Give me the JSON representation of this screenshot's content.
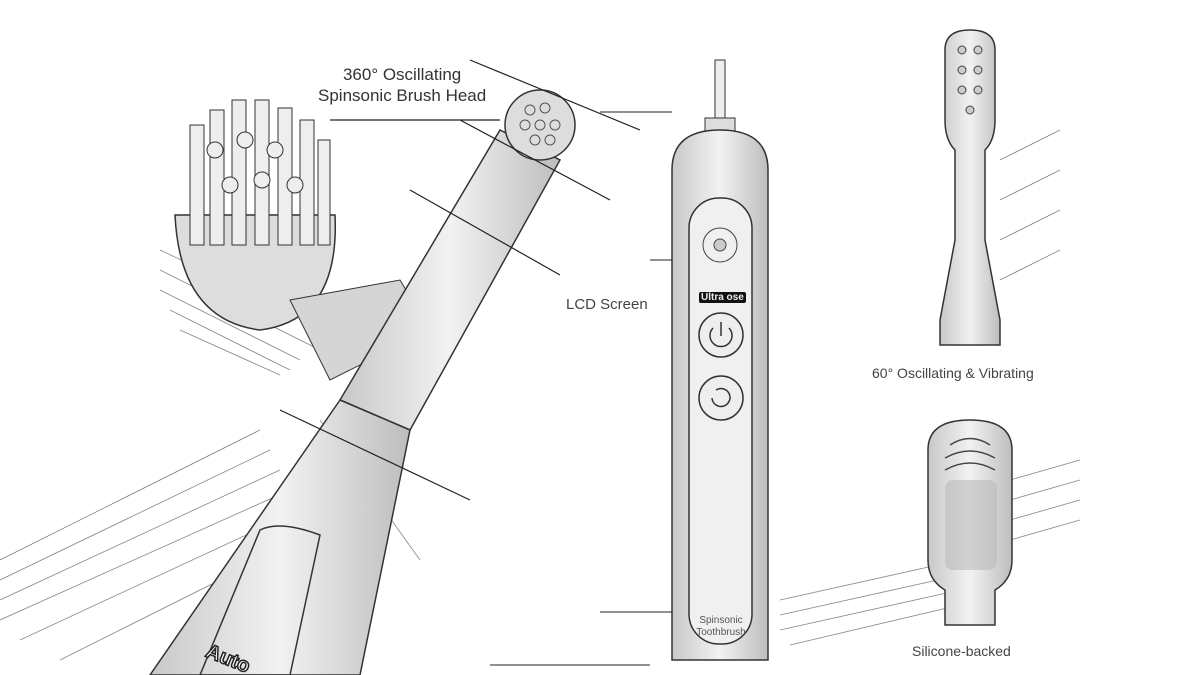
{
  "labels": {
    "brush_head_line1": "360° Oscillating",
    "brush_head_line2": "Spinsonic Brush Head",
    "lcd_screen": "LCD Screen",
    "oscillating_vibrating": "60° Oscillating & Vibrating",
    "silicone_backed": "Silicone-backed"
  },
  "device": {
    "brand_line1": "Spinsonic",
    "brand_line2": "Toothbrush",
    "lcd_text": "Ultra ose",
    "angled_text": "Auto"
  },
  "icons": [
    "power-icon",
    "refresh-icon",
    "swirl-logo-icon"
  ]
}
